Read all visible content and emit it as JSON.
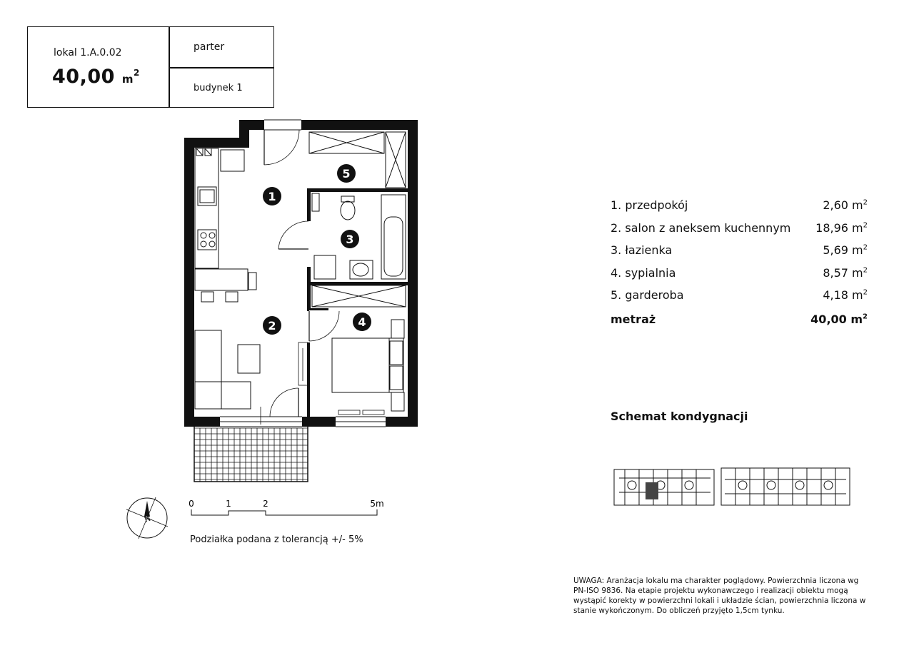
{
  "header": {
    "unit_label": "lokal 1.A.0.02",
    "area_value": "40,00",
    "area_unit": "m",
    "area_unit_sup": "2",
    "floor": "parter",
    "building": "budynek 1"
  },
  "plan": {
    "room_markers": [
      "1",
      "2",
      "3",
      "4",
      "5"
    ]
  },
  "rooms": [
    {
      "name": "1. przedpokój",
      "area": "2,60 m",
      "sup": "2"
    },
    {
      "name": "2. salon z aneksem kuchennym",
      "area": "18,96 m",
      "sup": "2"
    },
    {
      "name": "3. łazienka",
      "area": "5,69 m",
      "sup": "2"
    },
    {
      "name": "4. sypialnia",
      "area": "8,57 m",
      "sup": "2"
    },
    {
      "name": "5. garderoba",
      "area": "4,18 m",
      "sup": "2"
    }
  ],
  "total": {
    "name": "metraż",
    "area": "40,00 m",
    "sup": "2"
  },
  "schemat_title": "Schemat kondygnacji",
  "compass_letter": "N",
  "scale": {
    "labels": [
      "0",
      "1",
      "2",
      "5m"
    ],
    "note": "Podziałka podana z tolerancją +/- 5%"
  },
  "note": "UWAGA: Aranżacja lokalu ma charakter poglądowy. Powierzchnia liczona wg PN-ISO 9836. Na etapie projektu wykonawczego i realizacji obiektu mogą wystąpić korekty w powierzchni lokali i układzie ścian, powierzchnia liczona w stanie wykończonym. Do obliczeń przyjęto 1,5cm tynku.",
  "colors": {
    "ink": "#111111",
    "highlight": "#444444"
  }
}
